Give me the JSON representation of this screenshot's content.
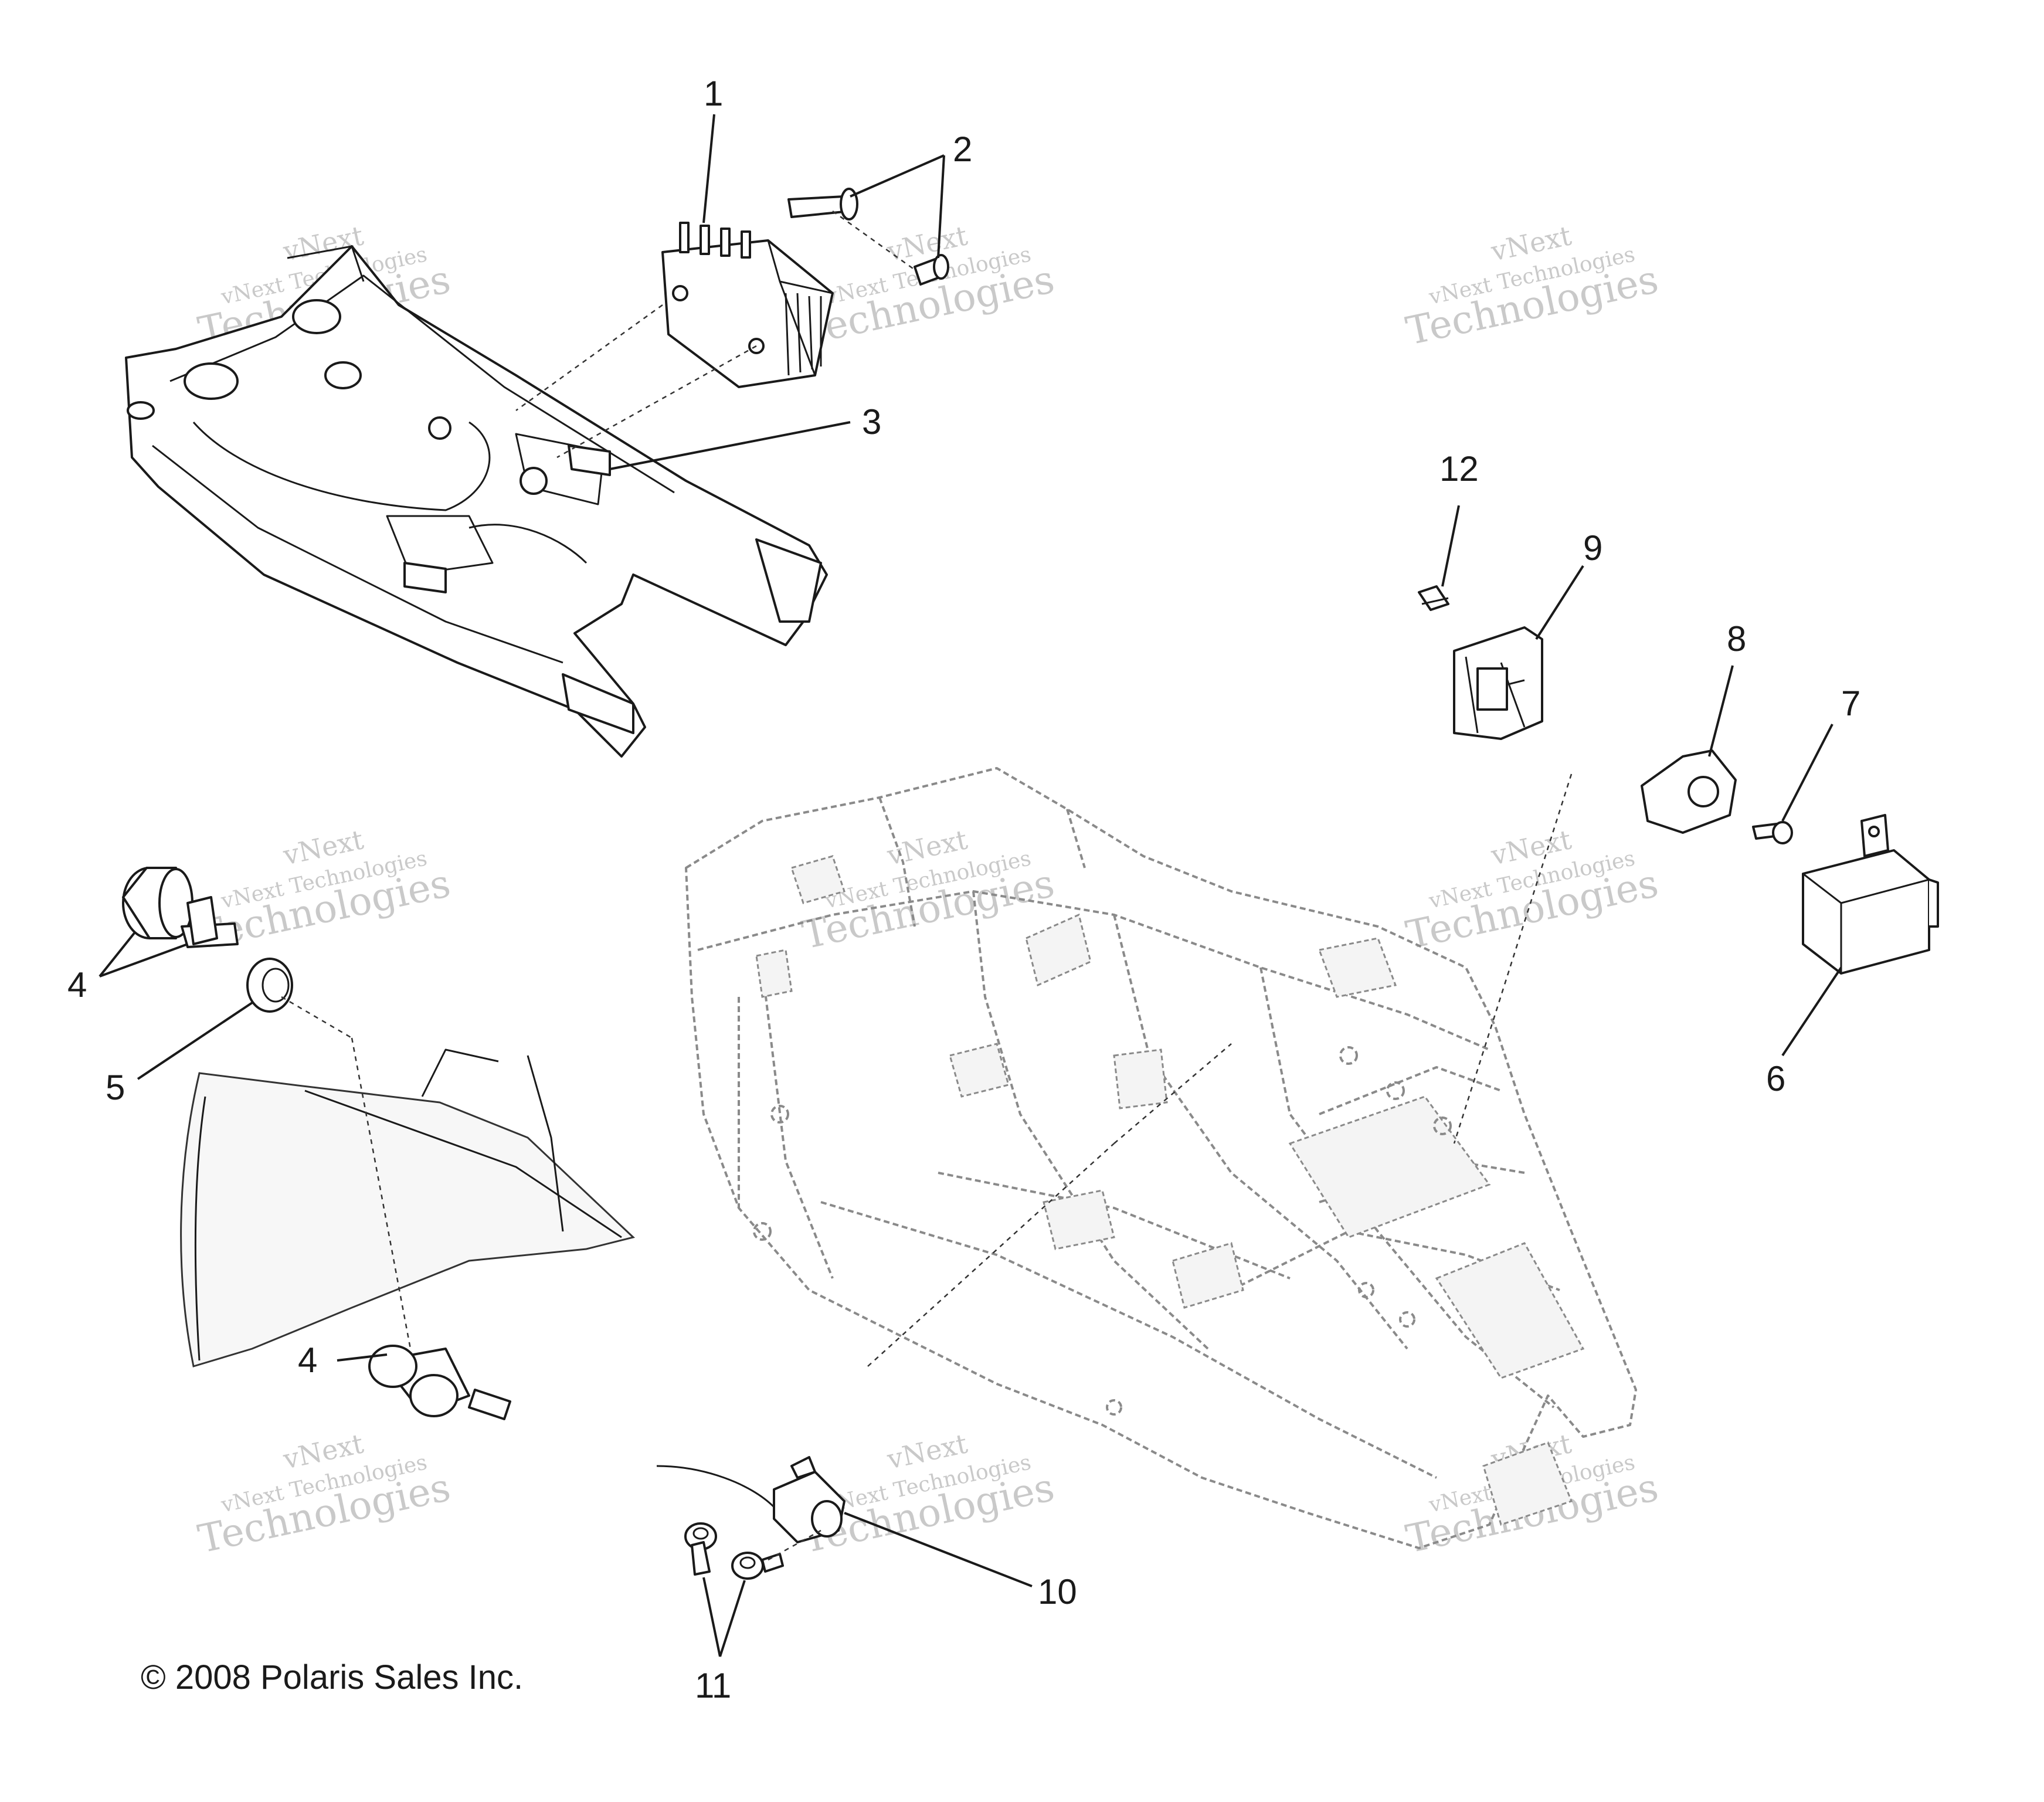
{
  "copyright": "© 2008 Polaris Sales Inc.",
  "callouts": {
    "c1": "1",
    "c2": "2",
    "c3": "3",
    "c4a": "4",
    "c4b": "4",
    "c5": "5",
    "c6": "6",
    "c7": "7",
    "c8": "8",
    "c9": "9",
    "c10": "10",
    "c11": "11",
    "c12": "12"
  },
  "watermark": {
    "line1": "vNext",
    "line2": "vNext Technologies",
    "line3": "Technologies"
  },
  "colors": {
    "ink": "#1a1a1a",
    "frame": "#8a8a8a",
    "watermark": "#c9c9c9"
  }
}
